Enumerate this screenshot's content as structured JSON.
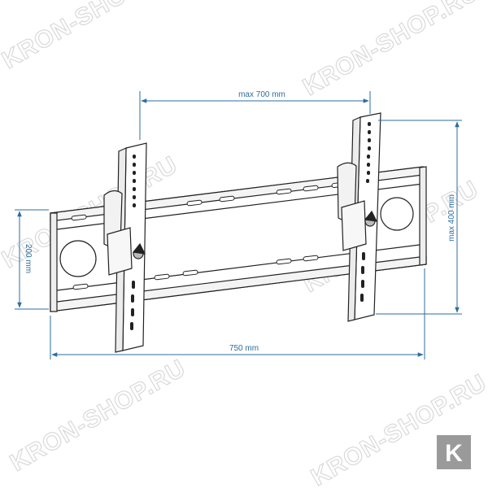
{
  "dimensions": {
    "top_width": "max 700 mm",
    "bottom_width": "750 mm",
    "left_height": "200 mm",
    "right_height": "max 400 mm"
  },
  "watermark": {
    "text": "KRON-SHOP.RU"
  },
  "logo": {
    "letter": "K"
  },
  "colors": {
    "dimension_line": "#2e6e9e",
    "outline": "#222222",
    "watermark": "#d9d9d9",
    "logo_bg": "#9a9a9a"
  }
}
